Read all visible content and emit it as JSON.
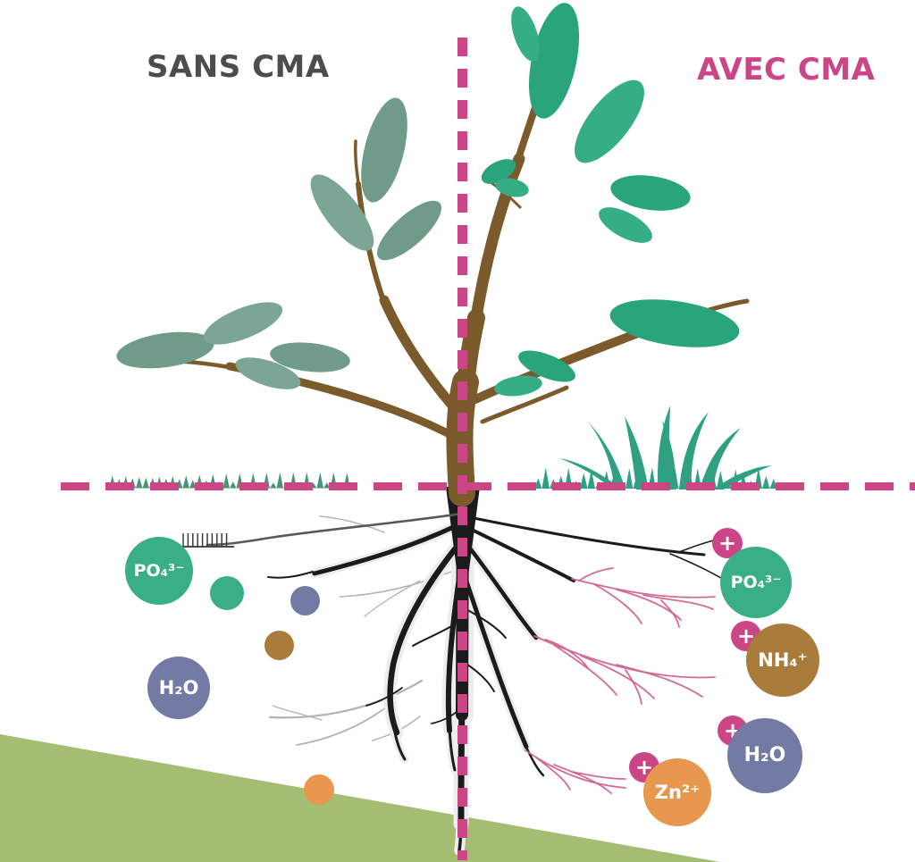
{
  "panels": {
    "left": {
      "label": "SANS CMA",
      "color": "#4d4d4d"
    },
    "right": {
      "label": "AVEC CMA",
      "color": "#cc4587"
    }
  },
  "colors": {
    "accent-pink": "#cc4587",
    "hyphae-pink": "#d2638f",
    "leaf-muted": "#6f9b88",
    "leaf-muted2": "#7ba693",
    "leaf-vivid": "#2aa47b",
    "leaf-vivid2": "#35ad85",
    "grass-left": "#4a9377",
    "grass-right": "#2fa182",
    "trunk-brown": "#7b5b2b",
    "root-black": "#1b1b1b",
    "soil-wedge": "#a4bd73"
  },
  "soil": {
    "plus_symbol": "+",
    "left_nutrients": [
      {
        "id": "po4-left",
        "label": "PO₄³⁻",
        "color": "#3aae85",
        "plus": false
      },
      {
        "id": "dot-green-left",
        "label": "",
        "color": "#3aae85",
        "plus": false
      },
      {
        "id": "dot-blue-left",
        "label": "",
        "color": "#737aa3",
        "plus": false
      },
      {
        "id": "dot-brown-left",
        "label": "",
        "color": "#a97c3c",
        "plus": false
      },
      {
        "id": "h2o-left",
        "label": "H₂O",
        "color": "#737aa3",
        "plus": false
      },
      {
        "id": "dot-orange-left",
        "label": "",
        "color": "#e8974f",
        "plus": false
      }
    ],
    "right_nutrients": [
      {
        "id": "po4-right",
        "label": "PO₄³⁻",
        "color": "#3aae85",
        "plus": true
      },
      {
        "id": "nh4-right",
        "label": "NH₄⁺",
        "color": "#a97c3c",
        "plus": true
      },
      {
        "id": "h2o-right",
        "label": "H₂O",
        "color": "#737aa3",
        "plus": true
      },
      {
        "id": "zn-right",
        "label": "Zn²⁺",
        "color": "#e8974f",
        "plus": true
      }
    ]
  }
}
